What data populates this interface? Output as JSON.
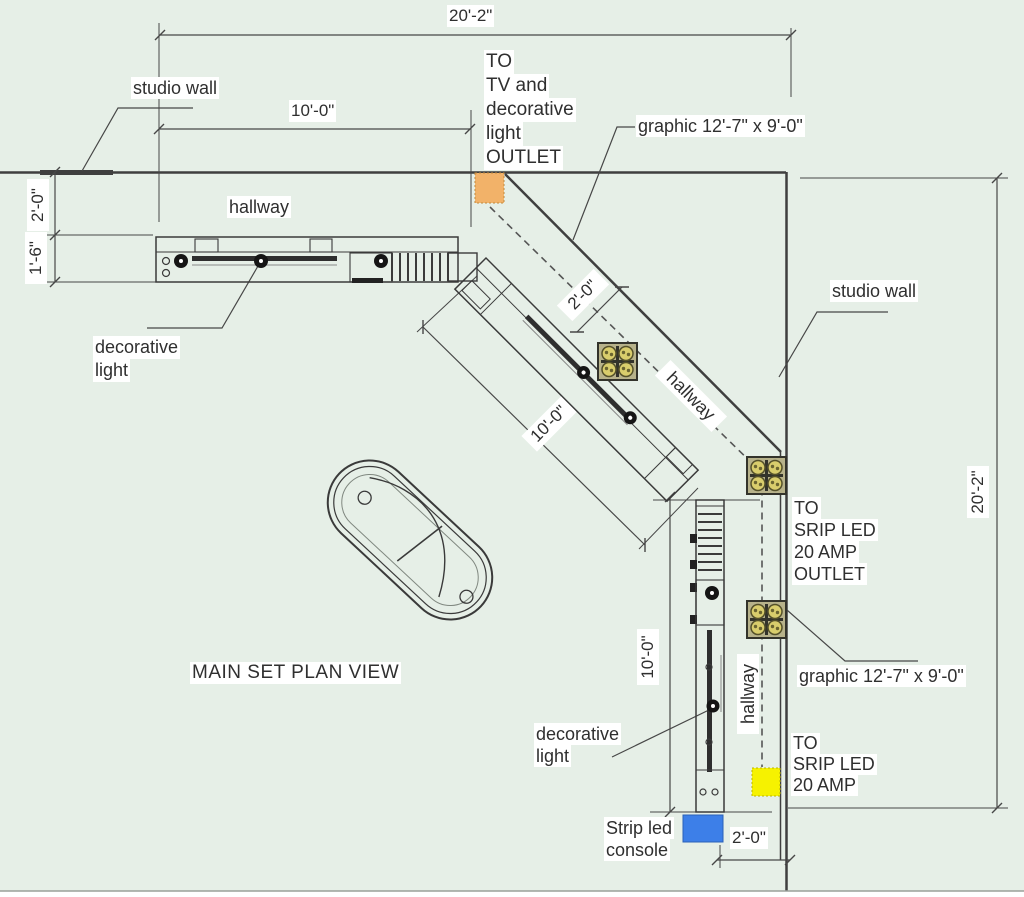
{
  "title": "MAIN SET PLAN VIEW",
  "colors": {
    "background": "#e6efe7",
    "line": "#3f3f3f",
    "outlet_orange": "#f2b269",
    "outlet_yellow": "#f6f200",
    "console_blue": "#3d7fe8",
    "light_body": "#b7b28a",
    "light_lens": "#d9cd6c"
  },
  "labels": {
    "studio_wall_top": "studio wall",
    "studio_wall_right": "studio wall",
    "hallway_top": "hallway",
    "hallway_diag": "hallway",
    "hallway_vert": "hallway",
    "graphic_top": "graphic 12'-7\" x 9'-0\"",
    "graphic_bottom": "graphic 12'-7\" x 9'-0\"",
    "decorative_light_top": [
      "decorative",
      "light"
    ],
    "decorative_light_bottom": [
      "decorative",
      "light"
    ],
    "to_tv_outlet": [
      "TO",
      "TV and",
      "decorative",
      "light",
      "OUTLET"
    ],
    "to_led_outlet": [
      "TO",
      "SRIP LED",
      "20 AMP",
      "OUTLET"
    ],
    "to_led": [
      "TO",
      "SRIP LED",
      "20 AMP"
    ],
    "strip_led_console": [
      "Strip led",
      "console"
    ]
  },
  "dims": {
    "overall_top": "20'-2\"",
    "hallway_top_len": "10'-0\"",
    "left_hall_width": "2'-0\"",
    "left_wall_depth": "1'-6\"",
    "diag_width": "2'-0\"",
    "diag_len": "10'-0\"",
    "overall_right": "20'-2\"",
    "vert_len": "10'-0\"",
    "bottom_width": "2'-0\""
  }
}
